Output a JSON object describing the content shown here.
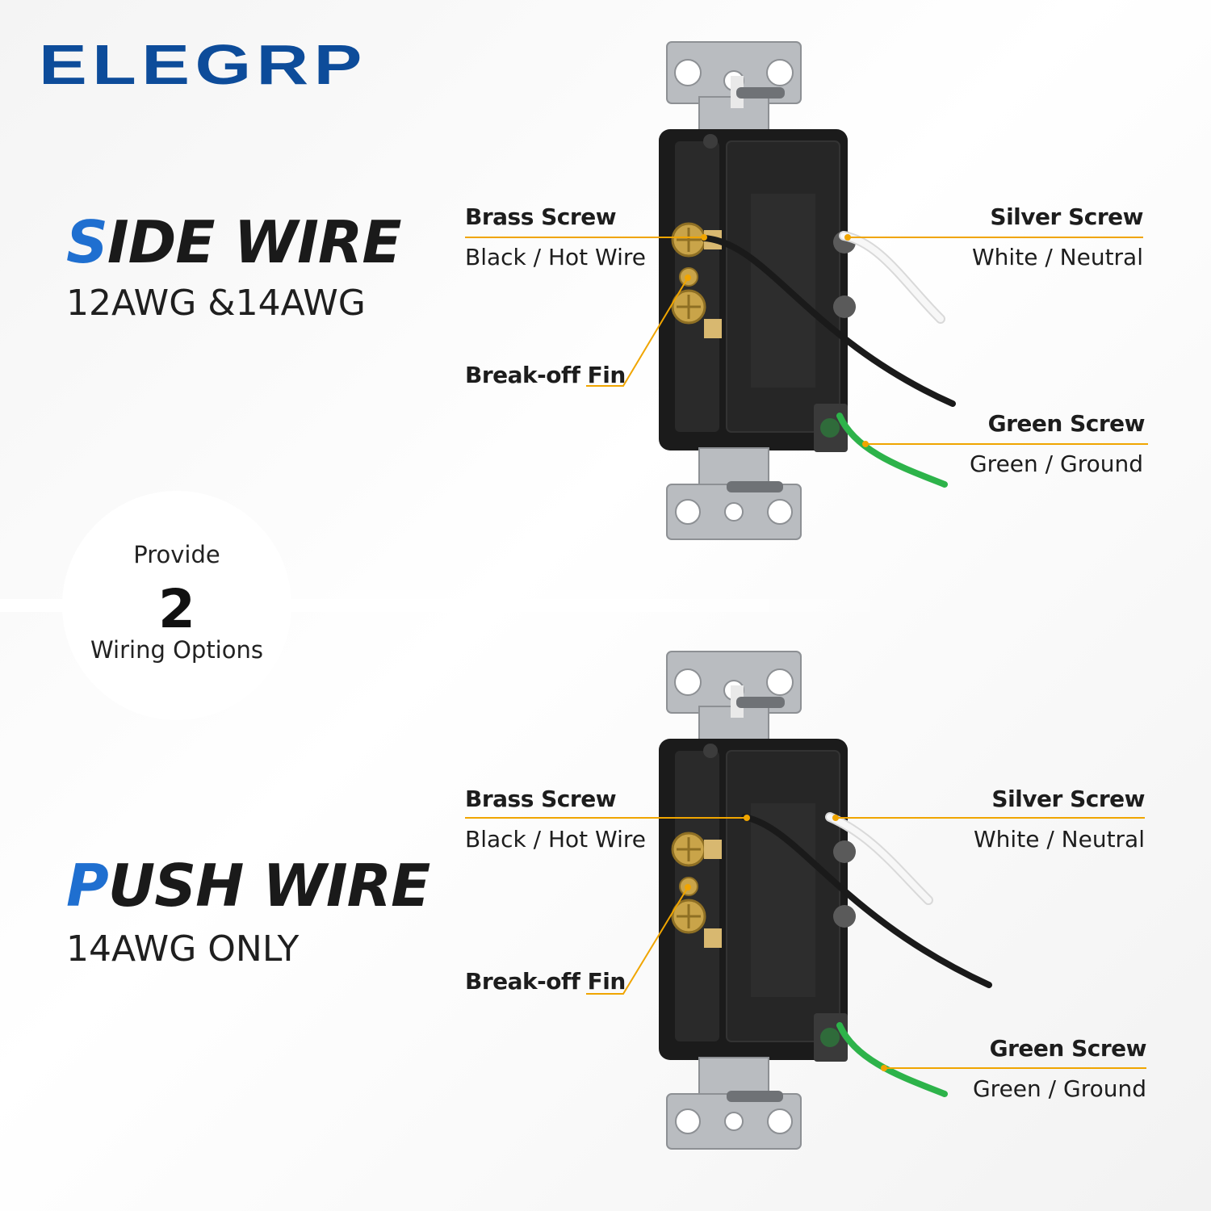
{
  "brand": {
    "logo": "ELEGRP",
    "color": "#0d4c9a"
  },
  "badge": {
    "top": "Provide",
    "number": "2",
    "bottom": "Wiring Options"
  },
  "sections": [
    {
      "title_first": "S",
      "title_rest": "IDE WIRE",
      "subtitle": "12AWG &14AWG",
      "labels": {
        "brass_title": "Brass Screw",
        "brass_sub": "Black / Hot Wire",
        "fin": "Break-off Fin",
        "silver_title": "Silver Screw",
        "silver_sub": "White / Neutral",
        "green_title": "Green Screw",
        "green_sub": "Green / Ground"
      }
    },
    {
      "title_first": "P",
      "title_rest": "USH WIRE",
      "subtitle": "14AWG ONLY",
      "labels": {
        "brass_title": "Brass Screw",
        "brass_sub": "Black / Hot Wire",
        "fin": "Break-off Fin",
        "silver_title": "Silver Screw",
        "silver_sub": "White / Neutral",
        "green_title": "Green Screw",
        "green_sub": "Green / Ground"
      }
    }
  ],
  "colors": {
    "accent_blue": "#1f6fd0",
    "leader_line": "#f0a500",
    "ground_wire": "#2db34a",
    "hot_wire": "#1a1a1a",
    "neutral_wire": "#f5f5f5",
    "device_body": "#1b1b1b",
    "mounting_strap": "#b9bcc0",
    "brass": "#c9a449"
  },
  "icons": [
    "outlet-device-icon",
    "brass-screw-icon",
    "silver-screw-icon",
    "green-screw-icon"
  ]
}
